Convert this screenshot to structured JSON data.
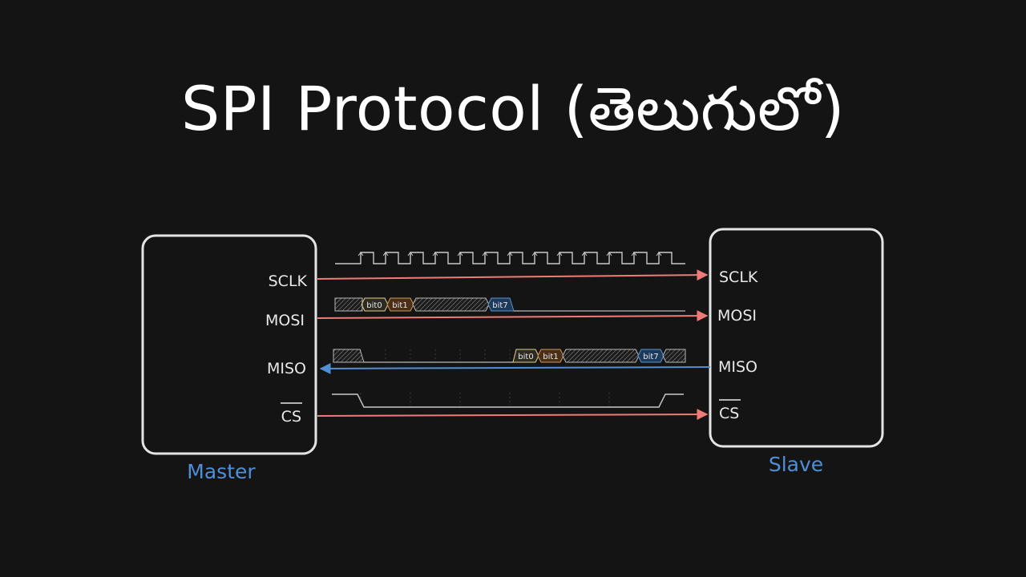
{
  "title": "SPI Protocol (తెలుగులో)",
  "master": {
    "label": "Master",
    "signals": [
      "SCLK",
      "MOSI",
      "MISO",
      "CS"
    ]
  },
  "slave": {
    "label": "Slave",
    "signals": [
      "SCLK",
      "MOSI",
      "MISO",
      "CS"
    ]
  },
  "mosi_bits": [
    "bit0",
    "bit1",
    "bit7"
  ],
  "miso_bits": [
    "bit0",
    "bit1",
    "bit7"
  ],
  "colors": {
    "master_to_slave": "#f07a78",
    "slave_to_master": "#4f8fd6",
    "bit0": "#e3cf8a",
    "bit1": "#4a2f18",
    "bit7": "#1c3a5c"
  }
}
